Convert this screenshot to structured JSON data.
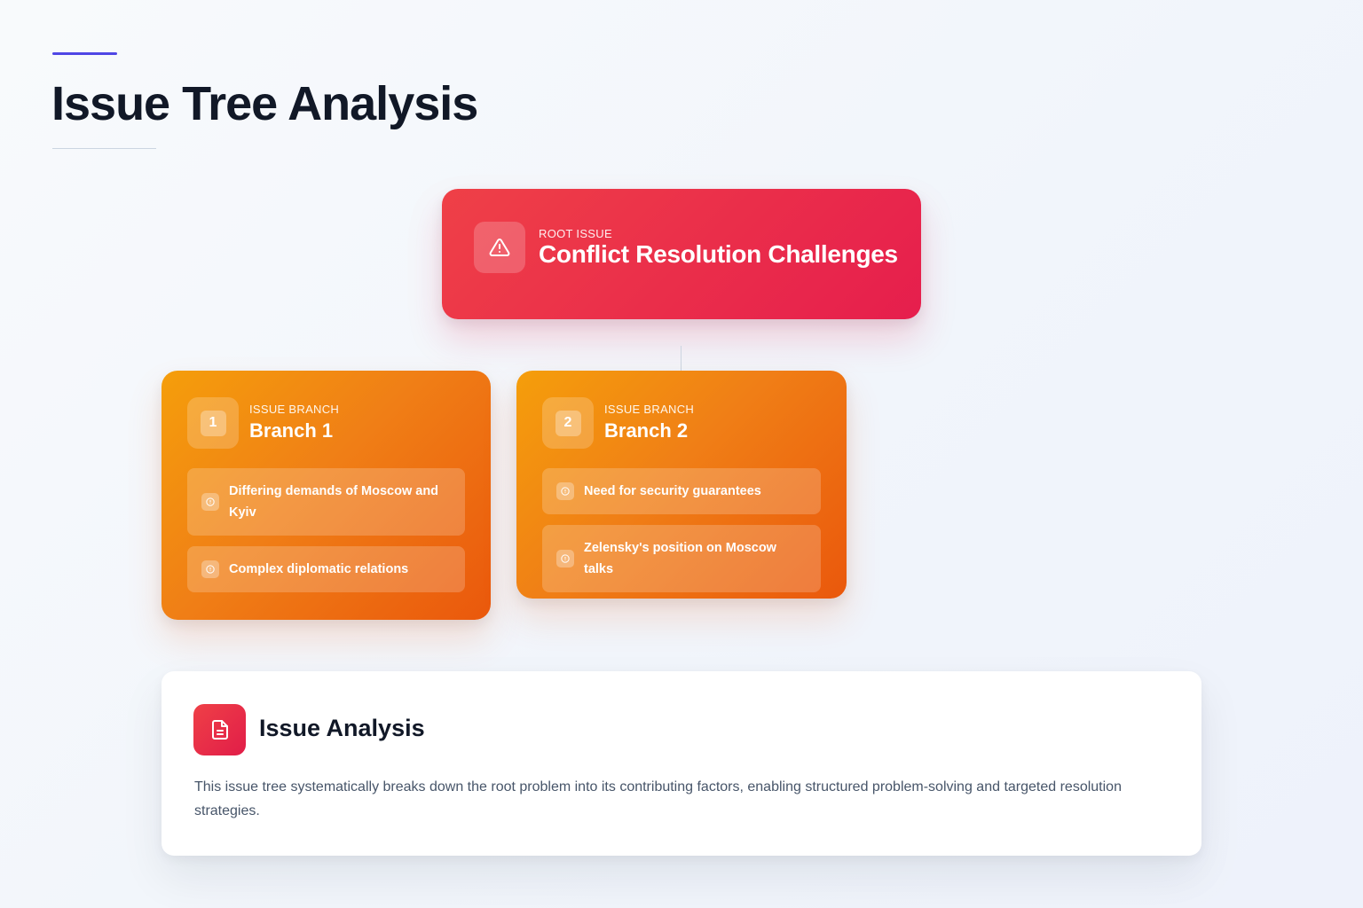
{
  "header": {
    "title": "Issue Tree Analysis"
  },
  "root": {
    "kicker": "ROOT ISSUE",
    "title": "Conflict Resolution Challenges",
    "icon": "warning-triangle-icon"
  },
  "branches": [
    {
      "number": "1",
      "kicker": "ISSUE BRANCH",
      "title": "Branch 1",
      "items": [
        {
          "text": "Differing demands of Moscow and Kyiv",
          "icon": "info-circle-icon"
        },
        {
          "text": "Complex diplomatic relations",
          "icon": "info-circle-icon"
        }
      ]
    },
    {
      "number": "2",
      "kicker": "ISSUE BRANCH",
      "title": "Branch 2",
      "items": [
        {
          "text": "Need for security guarantees",
          "icon": "info-circle-icon"
        },
        {
          "text": "Zelensky's position on Moscow talks",
          "icon": "info-circle-icon"
        }
      ]
    }
  ],
  "analysis": {
    "title": "Issue Analysis",
    "icon": "document-icon",
    "text": "This issue tree systematically breaks down the root problem into its contributing factors, enabling structured problem-solving and targeted resolution strategies."
  },
  "colors": {
    "accent": "#4f46e5",
    "root_gradient_start": "#ef4047",
    "root_gradient_end": "#e61e4d",
    "branch_gradient_start": "#f59e0b",
    "branch_gradient_end": "#ea580c"
  }
}
